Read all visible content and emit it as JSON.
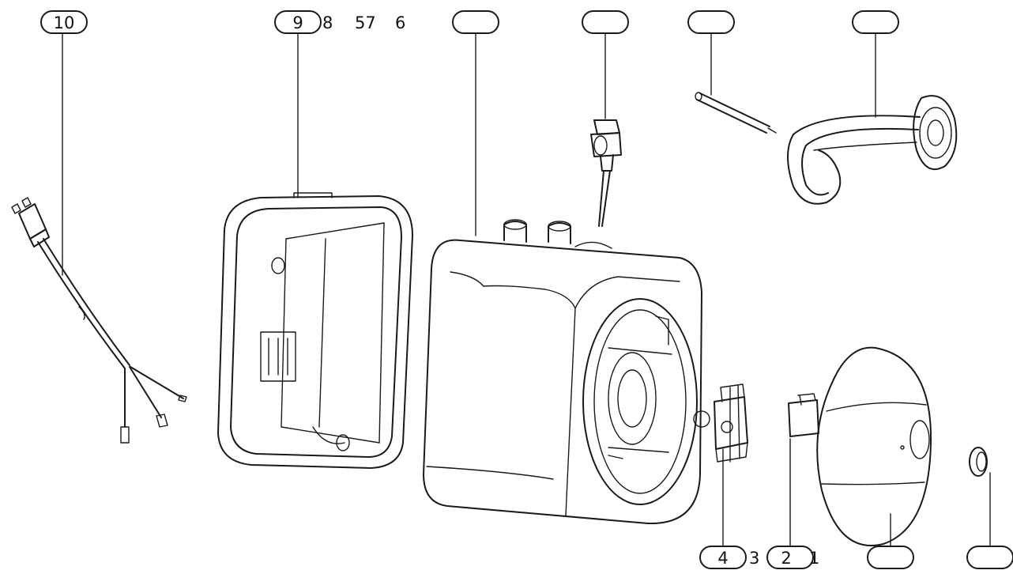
{
  "callouts": {
    "c10": "10",
    "c9": "9",
    "c4": "4",
    "c2": "2"
  },
  "loose_labels": {
    "l8": "8",
    "l57": "57",
    "l6": "6",
    "l3": "3",
    "l1": "1"
  }
}
